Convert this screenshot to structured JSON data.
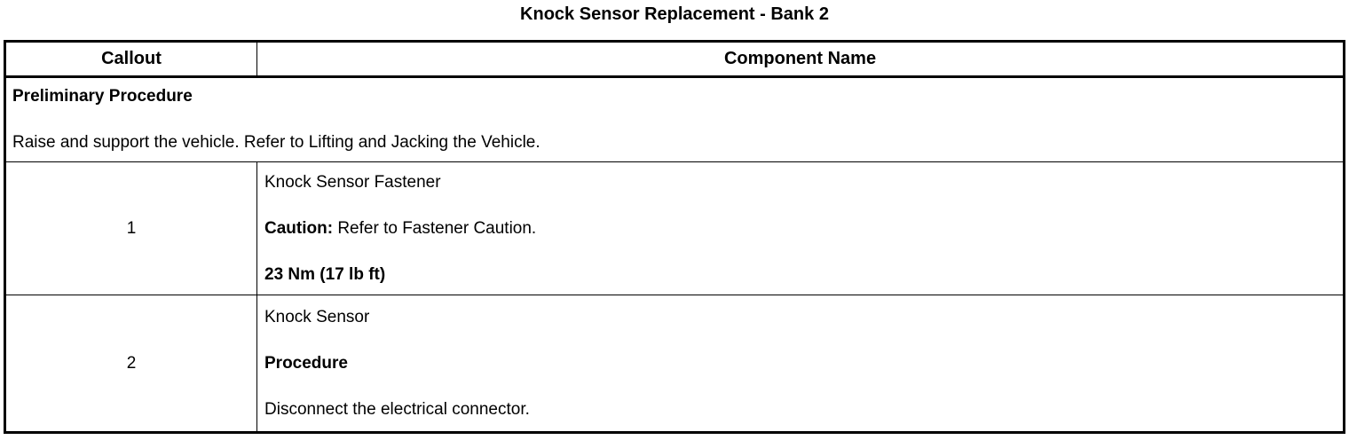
{
  "title": "Knock Sensor Replacement - Bank 2",
  "table": {
    "header": {
      "callout": "Callout",
      "component": "Component Name"
    },
    "preliminary": {
      "heading": "Preliminary Procedure",
      "text": "Raise and support the vehicle. Refer to Lifting and Jacking the Vehicle."
    },
    "rows": [
      {
        "callout": "1",
        "component": {
          "name": "Knock Sensor Fastener",
          "caution_label": "Caution:",
          "caution_text": " Refer to Fastener Caution.",
          "torque": "23 Nm (17 lb ft)"
        }
      },
      {
        "callout": "2",
        "component": {
          "name": "Knock Sensor",
          "procedure_label": "Procedure",
          "procedure_text": "Disconnect the electrical connector."
        }
      }
    ]
  }
}
